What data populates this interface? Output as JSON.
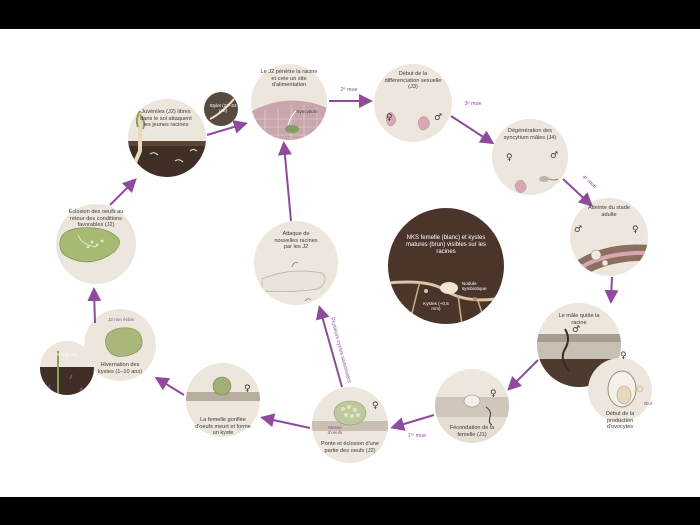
{
  "colors": {
    "arrow": "#8e4a9b",
    "node_bg": "#ece6dd",
    "soil": "#3f2f27",
    "root": "#e8d9b8",
    "cyst_green": "#a7ba74"
  },
  "stages": {
    "juveniles": "Juvéniles (J2) libres dans le sol attaquent les jeunes racines",
    "penetration": "Le J2 pénètre la racine et crée un site d'alimentation",
    "stylet": "Stylet (22–24 μm)",
    "syncytium": "Syncytium",
    "differenciation": "Début de la différenciation sexuelle (J3)",
    "degeneration": "Dégénération des syncytium mâles (J4)",
    "adulte": "Atteinte du stade adulte",
    "male": "Le mâle quitte la racine",
    "ovocytes": "Début de la production d'ovocytes",
    "oeuf": "Œuf",
    "fecondation": "Fécondation de la femelle (J1)",
    "ponte": "Ponte et éclosion d'une partie des oeufs (J2)",
    "masse": "Masse d'oeufs",
    "femelle_kyste": "La femelle gonflée d'oeufs meurt et forme un kyste",
    "hivernation": "Hivernation des kystes (1–10 ans)",
    "profondeur": "0–100 cm",
    "j2_non_eclos": "J2 non éclos",
    "eclosion": "Éclosion des oeufs au retour des conditions favorables (J2)",
    "attaque": "Attaque de nouvelles racines par les J2",
    "center_title": "NKS femelle (blanc) et kystes matures (brun) visibles sur les racines",
    "nodule": "Nodule symbiotique",
    "kystes_size": "Kystes (~0,5 mm)",
    "cycles": "Plusieurs cycles saisonniers"
  },
  "molts": {
    "m2": "2ᵉ mue",
    "m3": "3ᵉ mue",
    "m4": "4ᵉ mue",
    "m1": "1ʳᵉ mue"
  },
  "symbols": {
    "female": "♀",
    "male": "♂"
  }
}
